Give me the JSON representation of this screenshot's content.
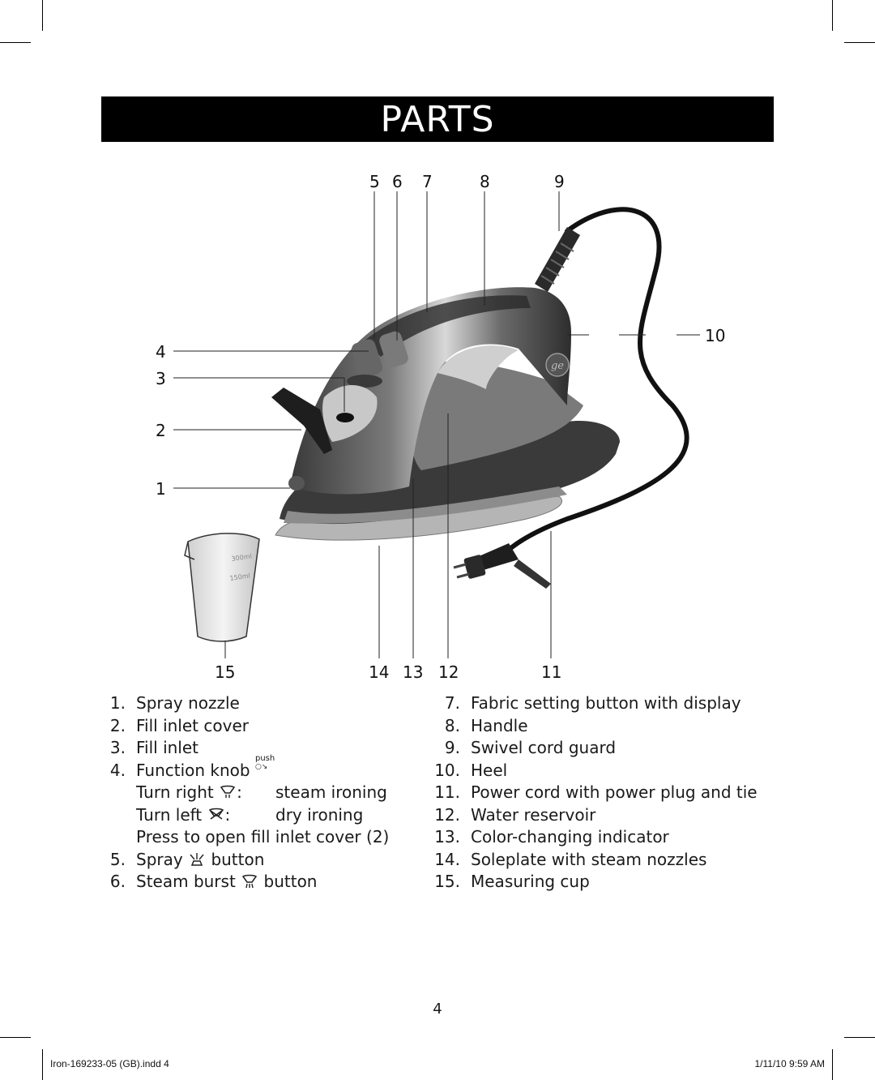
{
  "title": "PARTS",
  "callouts": {
    "top": [
      "5",
      "6",
      "7",
      "8",
      "9"
    ],
    "heel": "10",
    "left": [
      "4",
      "3",
      "2",
      "1"
    ],
    "bottom": [
      "15",
      "14",
      "13",
      "12",
      "11"
    ]
  },
  "cup_labels": [
    "300ml",
    "150ml"
  ],
  "left_list": [
    {
      "num": "1.",
      "text": "Spray nozzle"
    },
    {
      "num": "2.",
      "text": "Fill inlet cover"
    },
    {
      "num": "3.",
      "text": "Fill inlet"
    },
    {
      "num": "4.",
      "text": "Function knob",
      "icon": "push"
    },
    {
      "col1": "Turn right",
      "col2": "steam ironing"
    },
    {
      "col1": "Turn left",
      "col2": "dry ironing"
    },
    {
      "text": "Press to open fill inlet cover (2)"
    },
    {
      "num": "5.",
      "pre": "Spray",
      "post": "button"
    },
    {
      "num": "6.",
      "pre": "Steam burst",
      "post": "button"
    }
  ],
  "right_list": [
    {
      "num": "7.",
      "text": "Fabric setting button with display"
    },
    {
      "num": "8.",
      "text": "Handle"
    },
    {
      "num": "9.",
      "text": "Swivel cord guard"
    },
    {
      "num": "10.",
      "text": "Heel"
    },
    {
      "num": "11.",
      "text": "Power cord with power plug and tie"
    },
    {
      "num": "12.",
      "text": "Water reservoir"
    },
    {
      "num": "13.",
      "text": "Color-changing indicator"
    },
    {
      "num": "14.",
      "text": "Soleplate with steam nozzles"
    },
    {
      "num": "15.",
      "text": "Measuring cup"
    }
  ],
  "push_label": "push",
  "page_number": "4",
  "footer": {
    "file": "Iron-169233-05 (GB).indd   4",
    "date": "1/11/10   9:59 AM"
  },
  "icons": [
    "push-icon",
    "steam-icon",
    "dry-icon",
    "spray-icon",
    "steam-burst-icon"
  ]
}
